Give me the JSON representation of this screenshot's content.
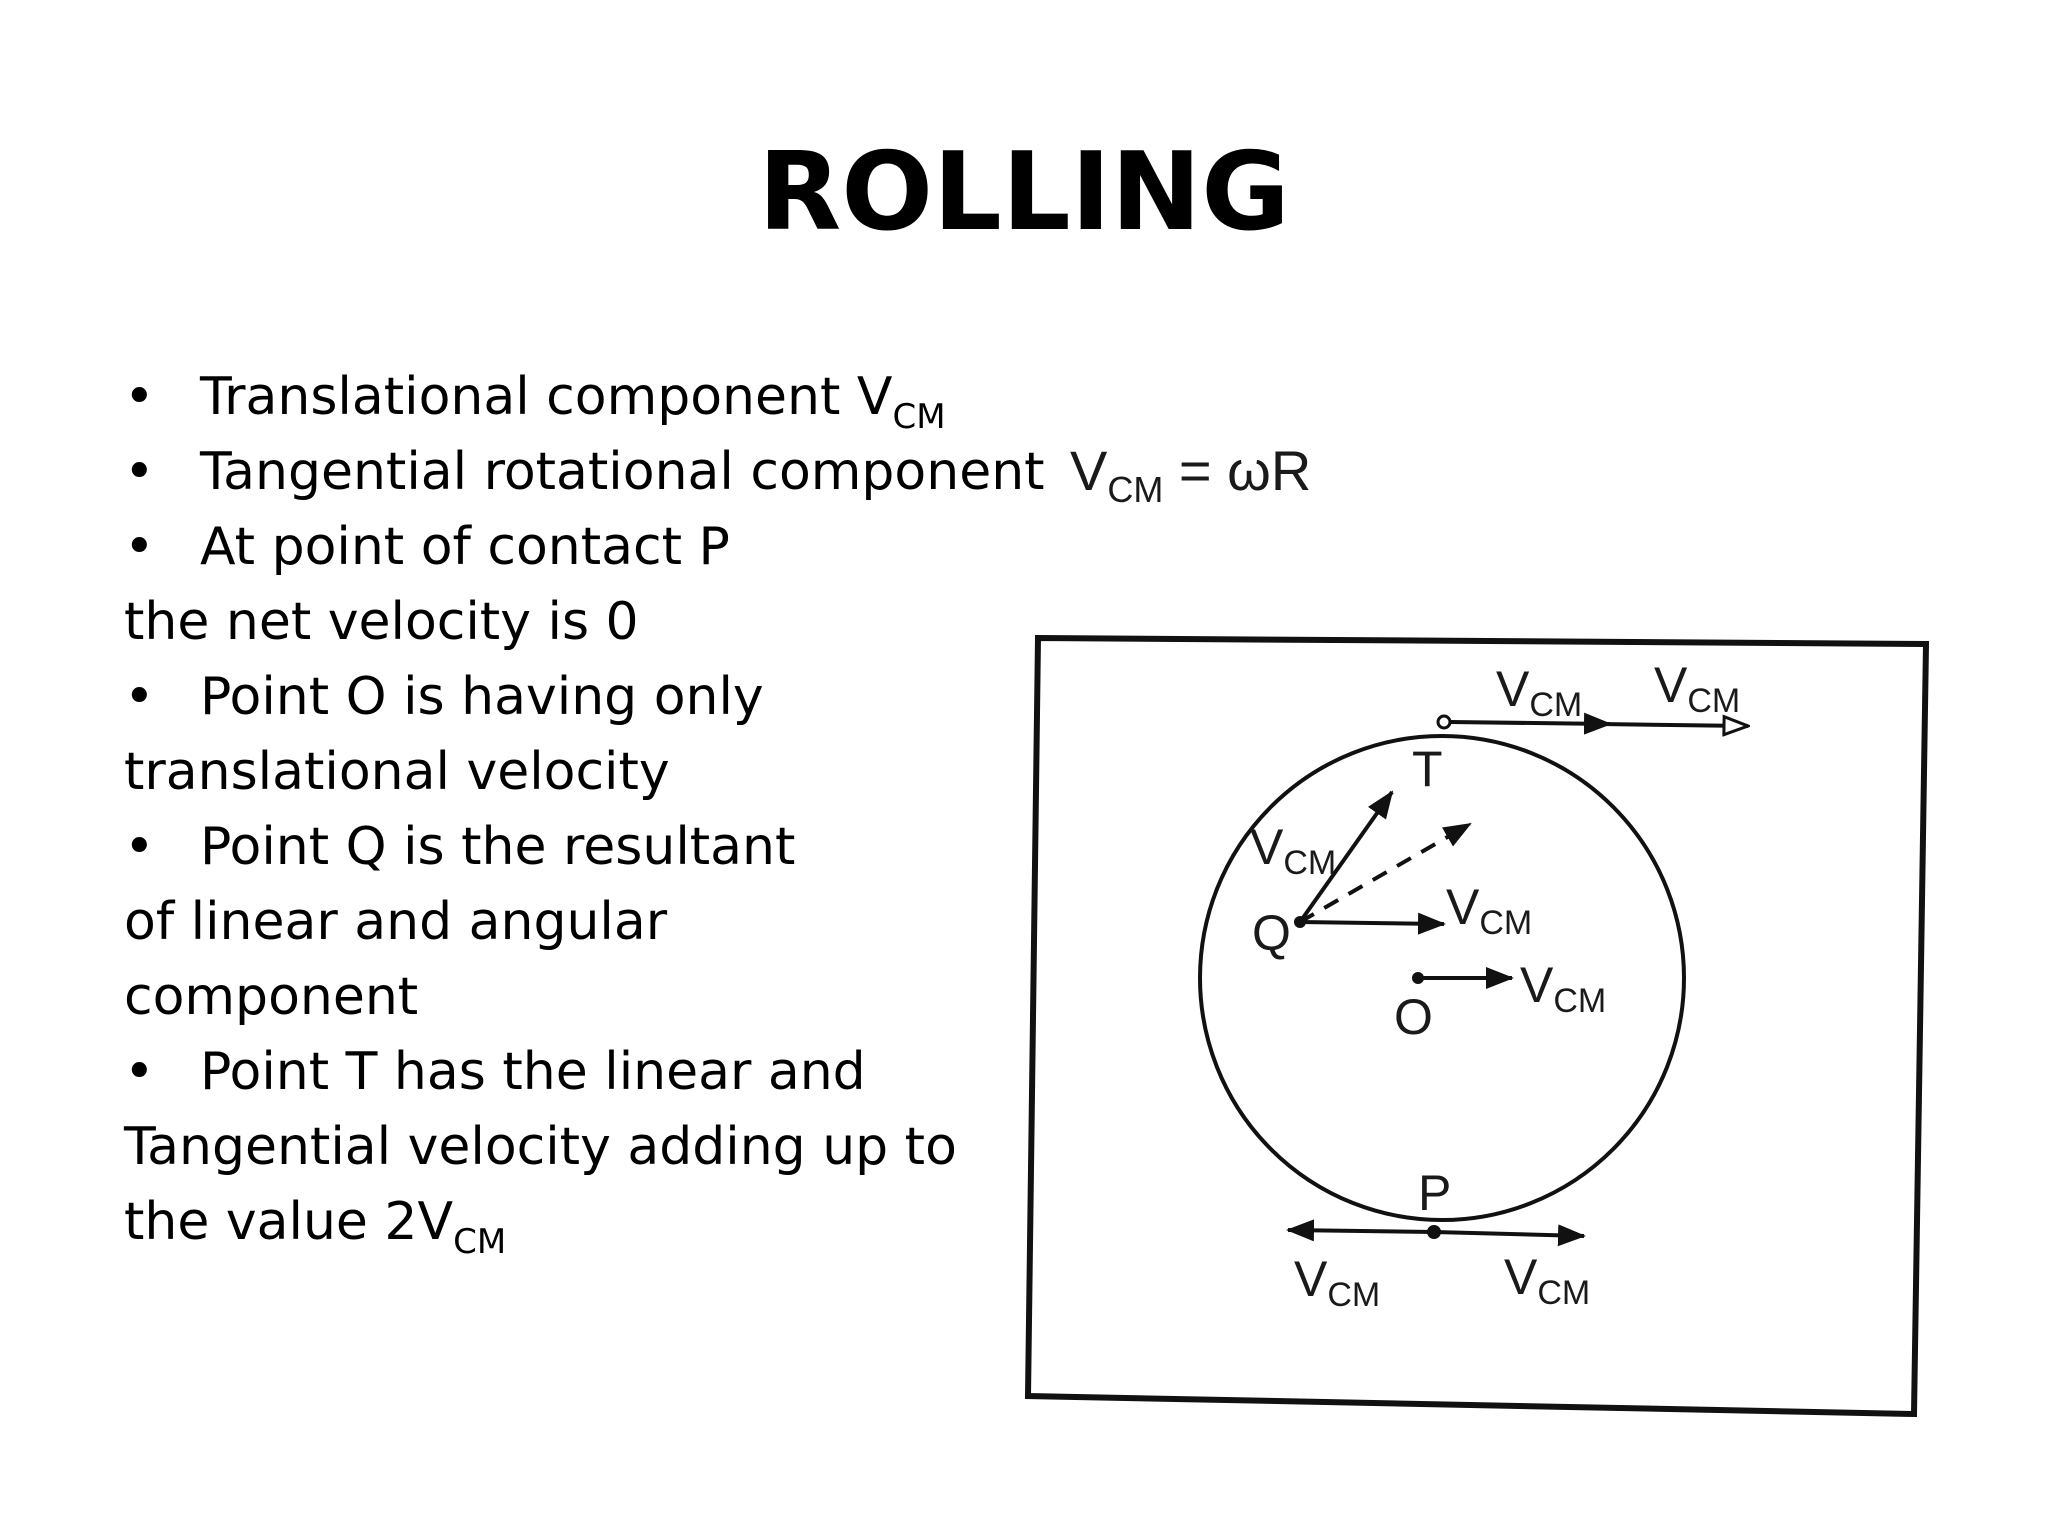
{
  "slide": {
    "title": "ROLLING",
    "bullets": [
      {
        "text": "Translational component V",
        "sub": "CM"
      },
      {
        "text": "Tangential rotational component"
      },
      {
        "text": "At point of contact P"
      },
      {
        "continuation": "the net velocity is 0"
      },
      {
        "text": "Point O is having only"
      },
      {
        "continuation": "translational velocity"
      },
      {
        "text": "Point Q is the resultant"
      },
      {
        "continuation": "of linear and angular"
      },
      {
        "continuation": "component"
      },
      {
        "text": "Point T has the linear and"
      },
      {
        "continuation": "Tangential velocity adding up to"
      },
      {
        "continuation": "the value 2V",
        "sub": "CM"
      }
    ],
    "bullet_symbol": "•",
    "formula": {
      "v": "V",
      "sub": "CM",
      "rest": " = ωR"
    }
  },
  "diagram": {
    "points": {
      "T": "T",
      "Q": "Q",
      "O": "O",
      "P": "P"
    },
    "velocity_label": {
      "v": "V",
      "sub": "CM"
    }
  }
}
